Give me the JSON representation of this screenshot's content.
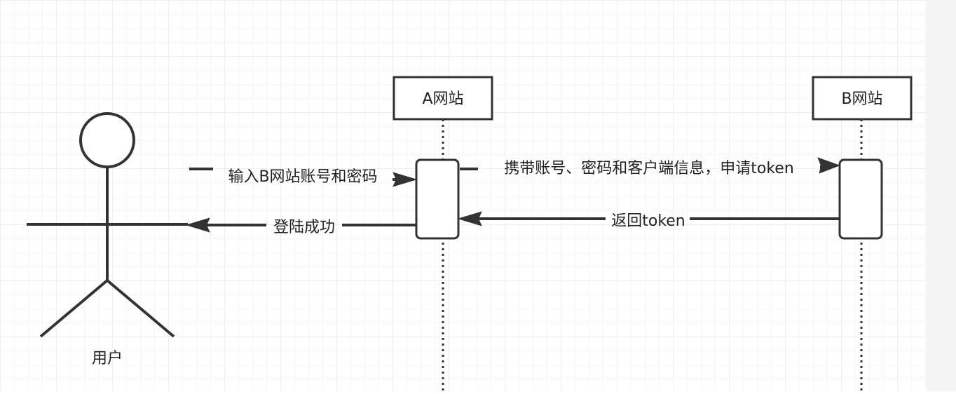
{
  "actor": {
    "label": "用户"
  },
  "lifelines": [
    {
      "id": "a",
      "label": "A网站"
    },
    {
      "id": "b",
      "label": "B网站"
    }
  ],
  "messages": [
    {
      "id": "m1",
      "label": "输入B网站账号和密码"
    },
    {
      "id": "m2",
      "label": "携带账号、密码和客户端信息，申请token"
    },
    {
      "id": "m3",
      "label": "返回token"
    },
    {
      "id": "m4",
      "label": "登陆成功"
    }
  ],
  "colors": {
    "background": "#ffffff",
    "grid": "#e6e6e6",
    "stroke": "#333333",
    "text": "#222222",
    "right_panel": "#f4f4f4"
  }
}
